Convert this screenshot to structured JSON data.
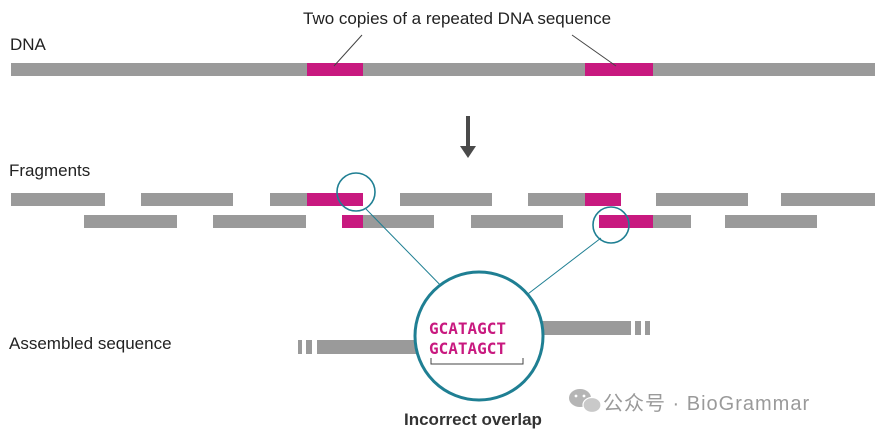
{
  "labels": {
    "dna": "DNA",
    "repeat_callout": "Two copies of a repeated DNA sequence",
    "fragments": "Fragments",
    "assembled": "Assembled sequence",
    "incorrect_overlap": "Incorrect overlap"
  },
  "sequences": {
    "upper": "GCATAGCT",
    "lower": "GCATAGCT"
  },
  "watermark": {
    "icon": "wechat-icon",
    "text": "公众号 · BioGrammar"
  },
  "colors": {
    "dna_gray": "#9a9a9a",
    "repeat_magenta": "#c8197f",
    "circle_teal": "#1f7f93",
    "arrow_dark": "#4a4a4a"
  }
}
